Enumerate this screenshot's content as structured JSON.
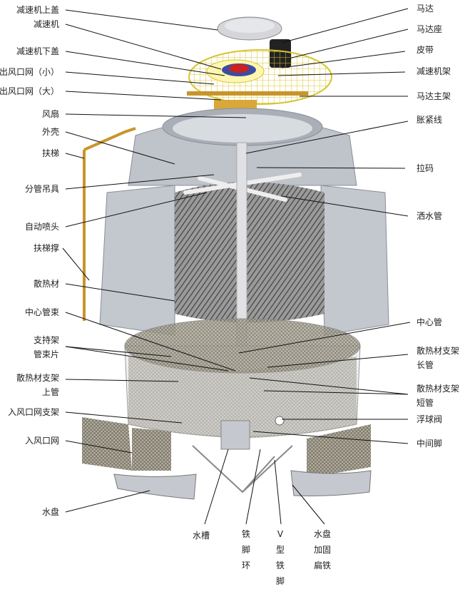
{
  "left_labels": [
    "减速机上盖",
    "减速机",
    "减速机下盖",
    "出风口网（小）",
    "出风口网（大）",
    "风扇",
    "外壳",
    "扶梯",
    "分管吊具",
    "自动喷头",
    "扶梯撑",
    "散热材",
    "中心管束",
    "支持架",
    "管束片",
    "散热材支架",
    "上管",
    "入风口网支架",
    "入风口网",
    "水盘"
  ],
  "right_labels": [
    "马达",
    "马达座",
    "皮带",
    "减速机架",
    "马达主架",
    "胀紧线",
    "拉码",
    "洒水管",
    "中心管",
    "散热材支架",
    "长管",
    "散热材支架",
    "短管",
    "浮球阀",
    "中间脚"
  ],
  "bottom_labels": [
    "水槽",
    "铁脚环",
    "V型铁脚",
    "水盘加固扁铁"
  ],
  "colors": {
    "shell": "#c9ccd3",
    "mesh": "#e8d84a",
    "ladder": "#c8952a",
    "motor": "#222222",
    "fan": "#cc2222"
  }
}
